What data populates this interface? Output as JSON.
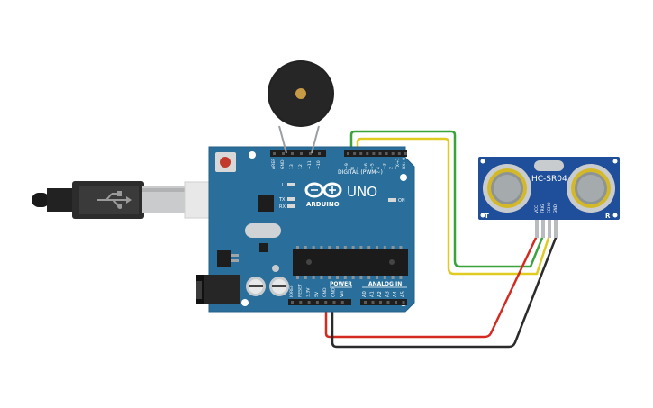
{
  "arduino": {
    "model": "UNO",
    "brand": "ARDUINO",
    "digital_label": "DIGITAL (PWM~)",
    "power_label": "POWER",
    "analog_label": "ANALOG IN",
    "led_l": "L",
    "led_tx": "TX",
    "led_rx": "RX",
    "led_on": "ON",
    "digital_pins": [
      "AREF",
      "GND",
      "13",
      "12",
      "~11",
      "~10",
      "~9",
      "8",
      "7",
      "~6",
      "~5",
      "4",
      "~3",
      "2",
      "TX→1",
      "RX←0"
    ],
    "power_pins": [
      "IOREF",
      "RESET",
      "3.3V",
      "5V",
      "GND",
      "GND",
      "Vin"
    ],
    "analog_pins": [
      "A0",
      "A1",
      "A2",
      "A3",
      "A4",
      "A5"
    ]
  },
  "sensor": {
    "model": "HC-SR04",
    "trig_mark": "T",
    "echo_mark": "R",
    "pins": [
      "VCC",
      "TRIG",
      "ECHO",
      "GND"
    ]
  },
  "colors": {
    "board": "#2a6f9b",
    "sensor_board": "#1f4f9a",
    "wire_red": "#d42a20",
    "wire_black": "#2b2b2b",
    "wire_yellow": "#e0cc21",
    "wire_green": "#3aa43a",
    "buzzer": "#222222"
  }
}
